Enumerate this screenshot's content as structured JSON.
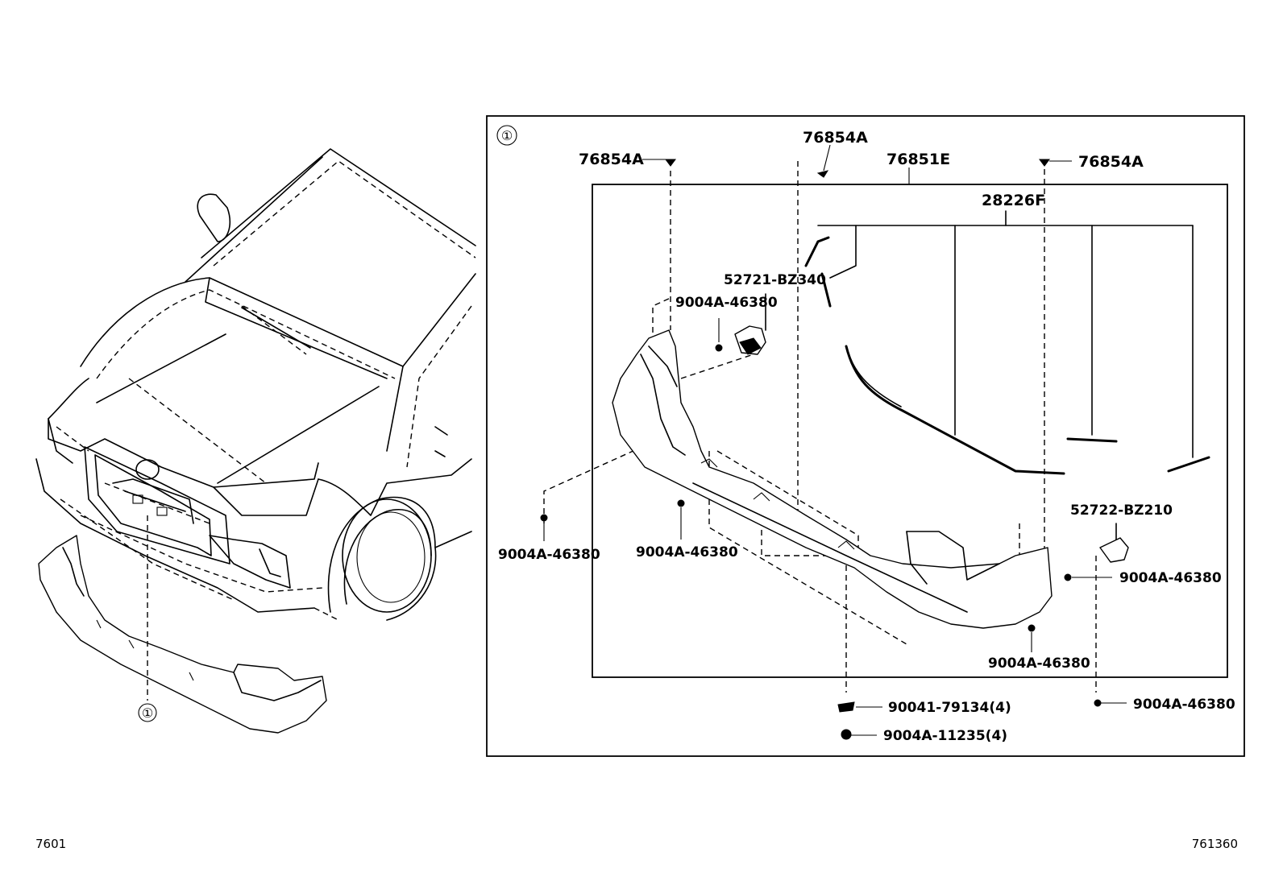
{
  "diagram": {
    "ref_number": "①",
    "left_ref": "①",
    "corner_left": "7601",
    "corner_right": "761360",
    "parts": {
      "clip_left_top": "76854A",
      "clip_center_top": "76854A",
      "clip_right_top": "76854A",
      "spoiler_assembly": "76851E",
      "moulding": "28226F",
      "bracket_left": "52721-BZ340",
      "bracket_right": "52722-BZ210",
      "screw_upper_left": "9004A-46380",
      "screw_left_outer": "9004A-46380",
      "screw_left_inner": "9004A-46380",
      "screw_right_side": "9004A-46380",
      "screw_right_bottom": "9004A-46380",
      "screw_right_lower": "9004A-46380",
      "nut": "90041-79134(4)",
      "bolt": "9004A-11235(4)"
    }
  }
}
